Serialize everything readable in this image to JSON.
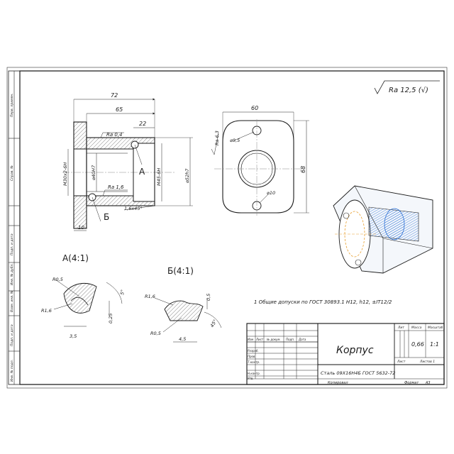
{
  "roughness": {
    "general": "Ra 12,5 (√)",
    "ra04": "Ra 0,4",
    "ra16": "Ra 1,6",
    "ra63": "Ra 6,3"
  },
  "main_view": {
    "dim_72": "72",
    "dim_65": "65",
    "dim_22": "22",
    "dim_10": "10",
    "thread_m30": "M30x2-6H",
    "bore_40": "⌀40H7",
    "thread_m45": "M45-6H",
    "dia_52": "⌀52h7",
    "chamfer": "1,6x45°",
    "label_a": "A",
    "label_b": "Б"
  },
  "flange_view": {
    "dim_60": "60",
    "dim_68": "68",
    "hole_95": "⌀9,5",
    "hole_10": "⌀10"
  },
  "detail_a": {
    "title": "A(4:1)",
    "r05": "R0,5",
    "r16": "R1,6",
    "dim_35": "3,5",
    "dim_025": "0,25",
    "angle": "5°"
  },
  "detail_b": {
    "title": "Б(4:1)",
    "r16": "R1,6",
    "r05": "R0,5",
    "dim_05": "0,5",
    "dim_45": "4,5",
    "angle": "45°"
  },
  "notes": {
    "tolerance": "1 Общие допуски по ГОСТ 30893.1 H12, h12, ±IT12/2"
  },
  "title_block": {
    "name": "Корпус",
    "material": "Сталь 09Х16Н4Б ГОСТ 5632-72",
    "col_lit": "Лит",
    "col_mass": "Масса",
    "col_scale": "Масштаб",
    "mass": "0,66",
    "scale": "1:1",
    "sheet": "Лист",
    "sheets": "Листов 1",
    "row_izm": "Изм",
    "row_list": "Лист",
    "row_doc": "№ докум.",
    "row_sign": "Подп.",
    "row_date": "Дата",
    "razrab": "Разраб.",
    "prov": "Пров.",
    "tkontr": "Т.контр.",
    "nkontr": "Н.контр.",
    "utv": "Утв.",
    "kopiroval": "Копировал",
    "format": "Формат",
    "format_val": "A3"
  },
  "side_strip": {
    "perv": "Перв. примен.",
    "sprav": "Справ. №",
    "podp_data1": "Подп. и дата",
    "inv_dubl": "Инв. № дубл.",
    "vzam": "Взам. инв. №",
    "podp_data2": "Подп. и дата",
    "inv_podl": "Инв. № подл."
  }
}
